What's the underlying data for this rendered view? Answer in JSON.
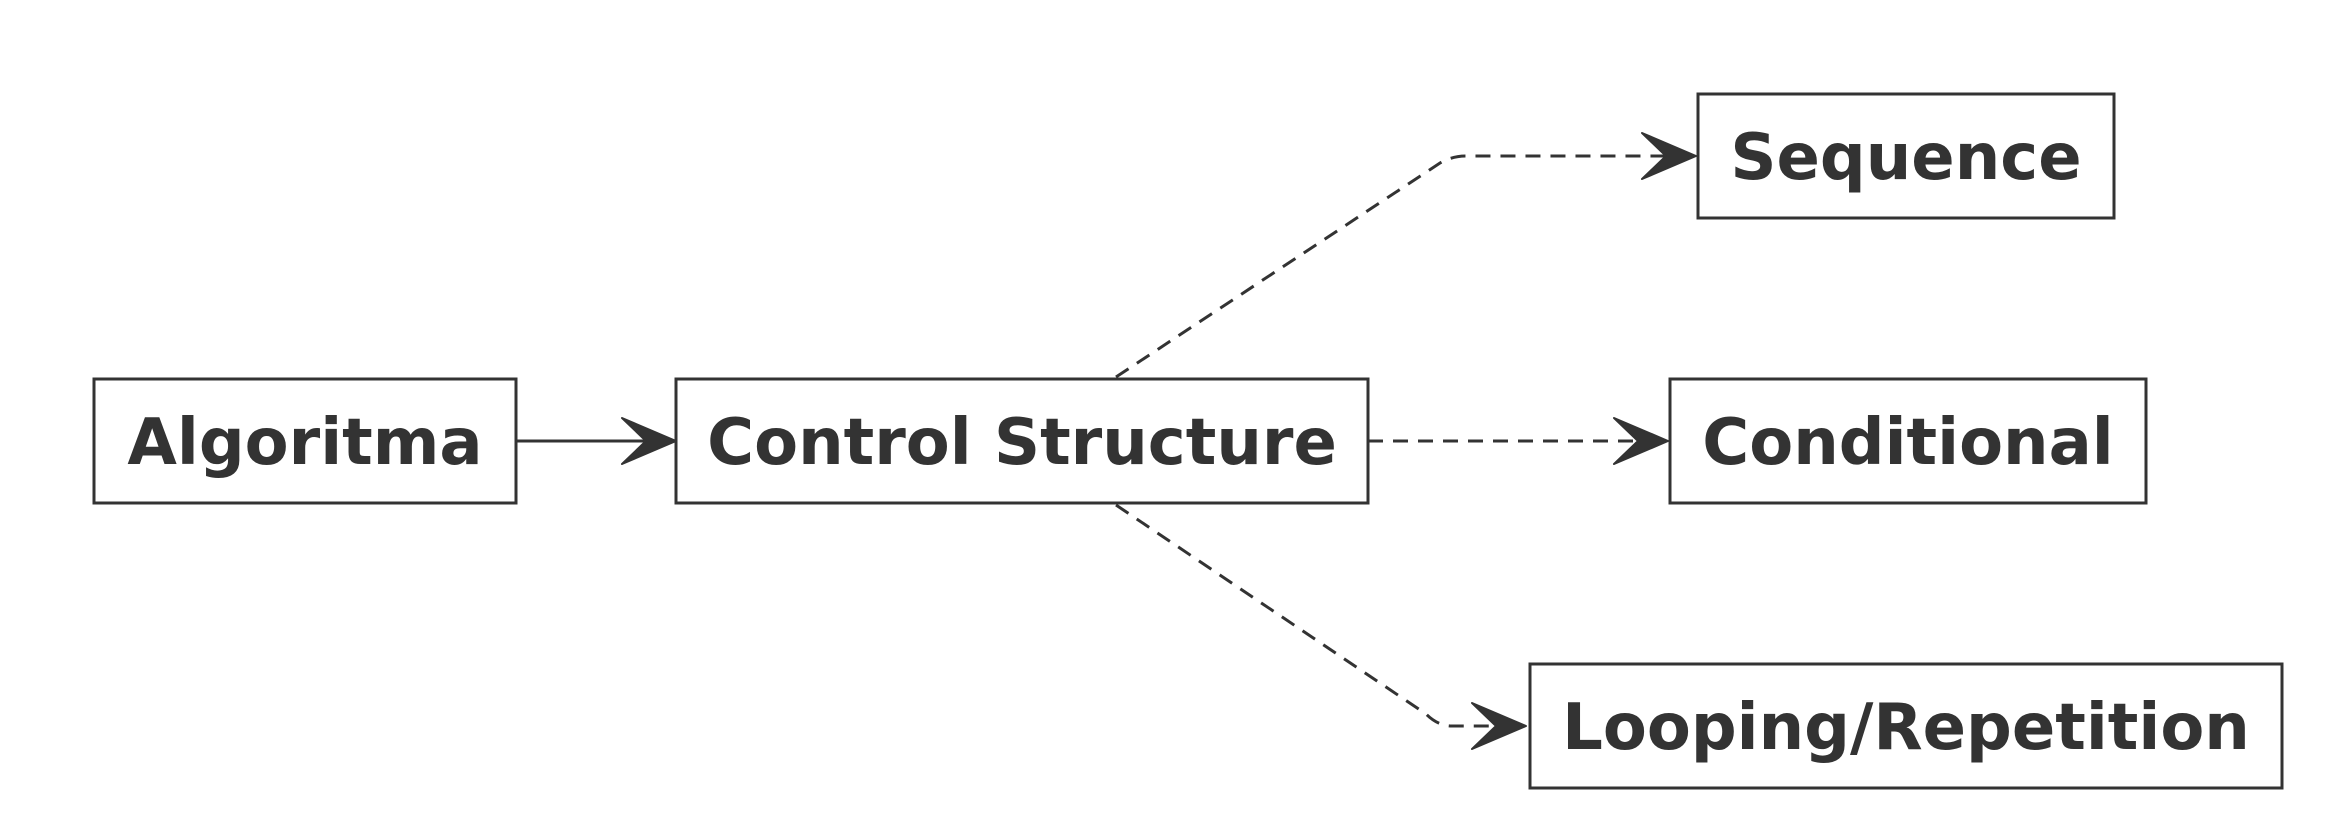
{
  "diagram": {
    "nodes": {
      "algoritma": {
        "label": "Algoritma"
      },
      "control": {
        "label": "Control Structure"
      },
      "sequence": {
        "label": "Sequence"
      },
      "conditional": {
        "label": "Conditional"
      },
      "looping": {
        "label": "Looping/Repetition"
      }
    },
    "edges": [
      {
        "from": "Algoritma",
        "to": "Control Structure",
        "style": "solid"
      },
      {
        "from": "Control Structure",
        "to": "Sequence",
        "style": "dashed"
      },
      {
        "from": "Control Structure",
        "to": "Conditional",
        "style": "dashed"
      },
      {
        "from": "Control Structure",
        "to": "Looping/Repetition",
        "style": "dashed"
      }
    ],
    "colors": {
      "stroke": "#333333",
      "text": "#333333",
      "background": "#ffffff"
    }
  }
}
